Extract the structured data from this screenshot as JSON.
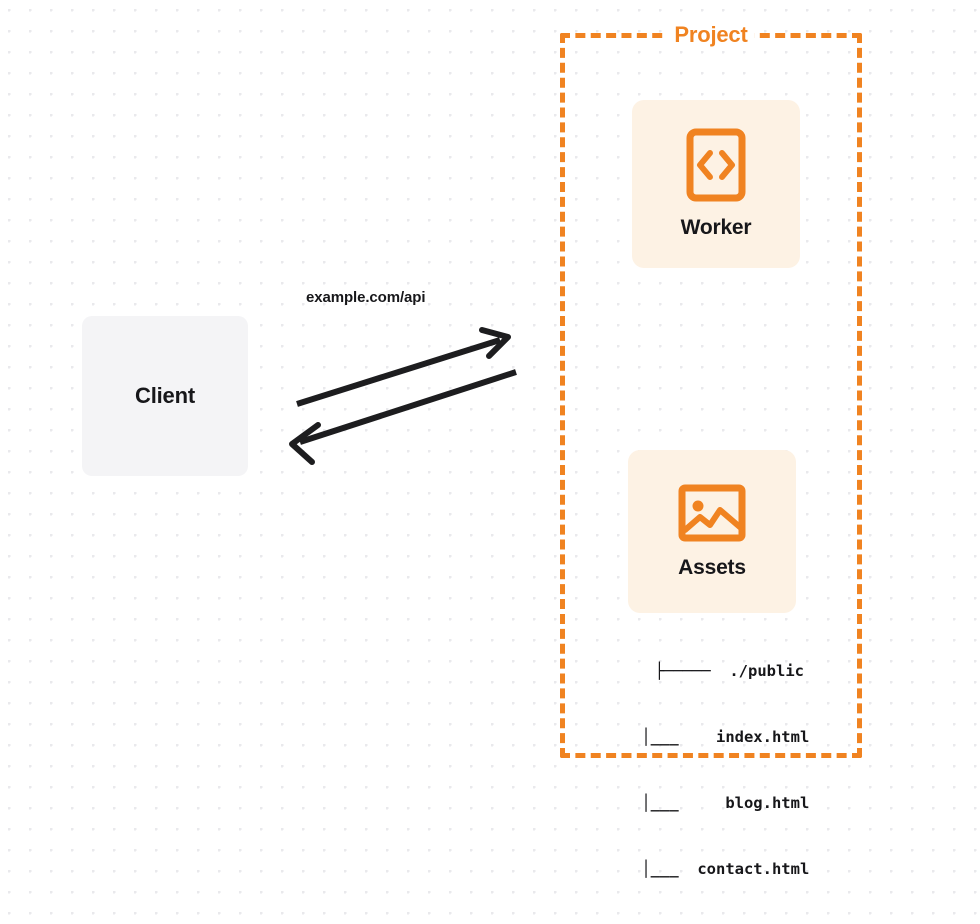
{
  "diagram": {
    "title": "Cloudflare Worker with static Assets architecture",
    "background": {
      "color": "#ffffff",
      "dot_color": "#e9e9ec",
      "dot_spacing": 21
    },
    "colors": {
      "accent": "#f08321",
      "card_bg": "#fdf2e4",
      "client_bg": "#f4f4f6",
      "text": "#17171a"
    },
    "client": {
      "label": "Client",
      "icon": "client-box-icon"
    },
    "project": {
      "label": "Project",
      "border_style": "dashed",
      "border_color": "#f08321"
    },
    "services": [
      {
        "id": "worker",
        "label": "Worker",
        "icon": "code-brackets-icon"
      },
      {
        "id": "assets",
        "label": "Assets",
        "icon": "image-picture-icon"
      }
    ],
    "file_tree": {
      "lines": [
        "├─────  ./public",
        "    │___    index.html",
        "    │___     blog.html",
        "    │___  contact.html"
      ],
      "root": "./public",
      "files": [
        "index.html",
        "blog.html",
        "contact.html"
      ]
    },
    "connection": {
      "label": "example.com/api",
      "direction": "bidirectional",
      "arrow_color": "#1d1d1f"
    }
  }
}
